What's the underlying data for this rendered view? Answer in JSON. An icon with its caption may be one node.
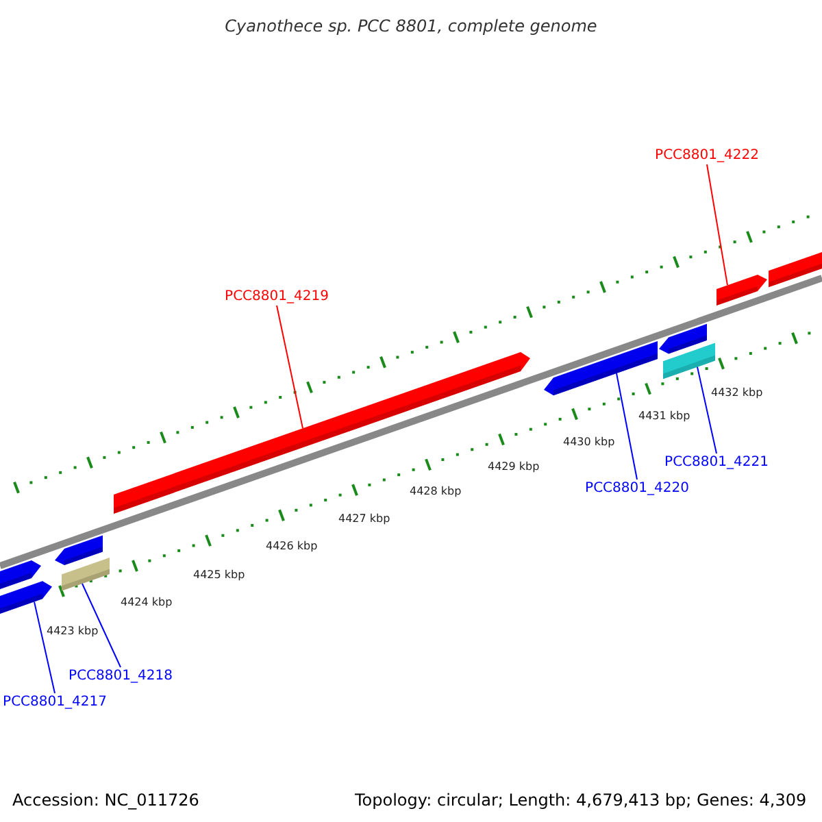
{
  "diagram": {
    "title": "Cyanothece sp. PCC 8801, complete genome",
    "nodes": [
      {
        "text": [
          "PCC8801_4222"
        ]
      },
      {
        "text": [
          "PCC8801_4219"
        ]
      },
      {
        "text": [
          "PCC8801_4221"
        ]
      },
      {
        "text": [
          "PCC8801_4220"
        ]
      },
      {
        "text": [
          "PCC8801_4218"
        ]
      },
      {
        "text": [
          "PCC8801_4217"
        ]
      },
      {
        "text": [],
        "shape": "bar"
      },
      {
        "text": [],
        "shape": "bar"
      },
      {
        "text": [],
        "shape": "bar"
      },
      {
        "text": [],
        "shape": "bar"
      },
      {
        "text": [],
        "shape": "bar"
      },
      {
        "text": [],
        "shape": "bar"
      },
      {
        "text": [],
        "shape": "bar"
      },
      {
        "text": [],
        "shape": "bar"
      },
      {
        "text": [],
        "shape": "bar"
      },
      {
        "text": [],
        "shape": "bar"
      }
    ],
    "edges": [
      {
        "from": 0,
        "to": 14,
        "arrow": "none",
        "color": "#ff0000"
      },
      {
        "from": 1,
        "to": 10,
        "arrow": "none",
        "color": "#ff0000"
      },
      {
        "from": 2,
        "to": 13,
        "arrow": "none"
      },
      {
        "from": 3,
        "to": 11,
        "arrow": "none"
      },
      {
        "from": 4,
        "to": 9,
        "arrow": "none"
      },
      {
        "from": 5,
        "to": 7,
        "arrow": "none"
      }
    ],
    "labels": [
      "4423 kbp",
      "4424 kbp",
      "4425 kbp",
      "4426 kbp",
      "4427 kbp",
      "4428 kbp",
      "4429 kbp",
      "4430 kbp",
      "4431 kbp",
      "4432 kbp",
      "Accession: NC_011726",
      "Topology: circular; Length: 4,679,413 bp; Genes: 4,309"
    ]
  }
}
